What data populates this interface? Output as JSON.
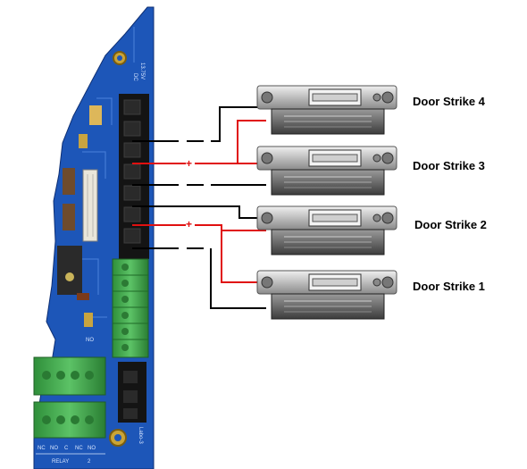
{
  "colors": {
    "board_blue": "#1d56b8",
    "board_dark": "#0e2f73",
    "terminal_green": "#3aa845",
    "header_black": "#141414",
    "wire_black": "#000000",
    "wire_red": "#e01010"
  },
  "board": {
    "voltage_label": "13.75V",
    "dc_label": "DC",
    "relay_label": "RELAY",
    "relay_number": "2",
    "relay_terms": [
      "NC",
      "NO",
      "C",
      "NC",
      "NO"
    ],
    "corner_label": "Labo-3",
    "no_label": "NO"
  },
  "polarity": {
    "plus": "+"
  },
  "strikes": [
    {
      "label": "Door Strike 4"
    },
    {
      "label": "Door Strike 3"
    },
    {
      "label": "Door Strike 2"
    },
    {
      "label": "Door Strike 1"
    }
  ]
}
